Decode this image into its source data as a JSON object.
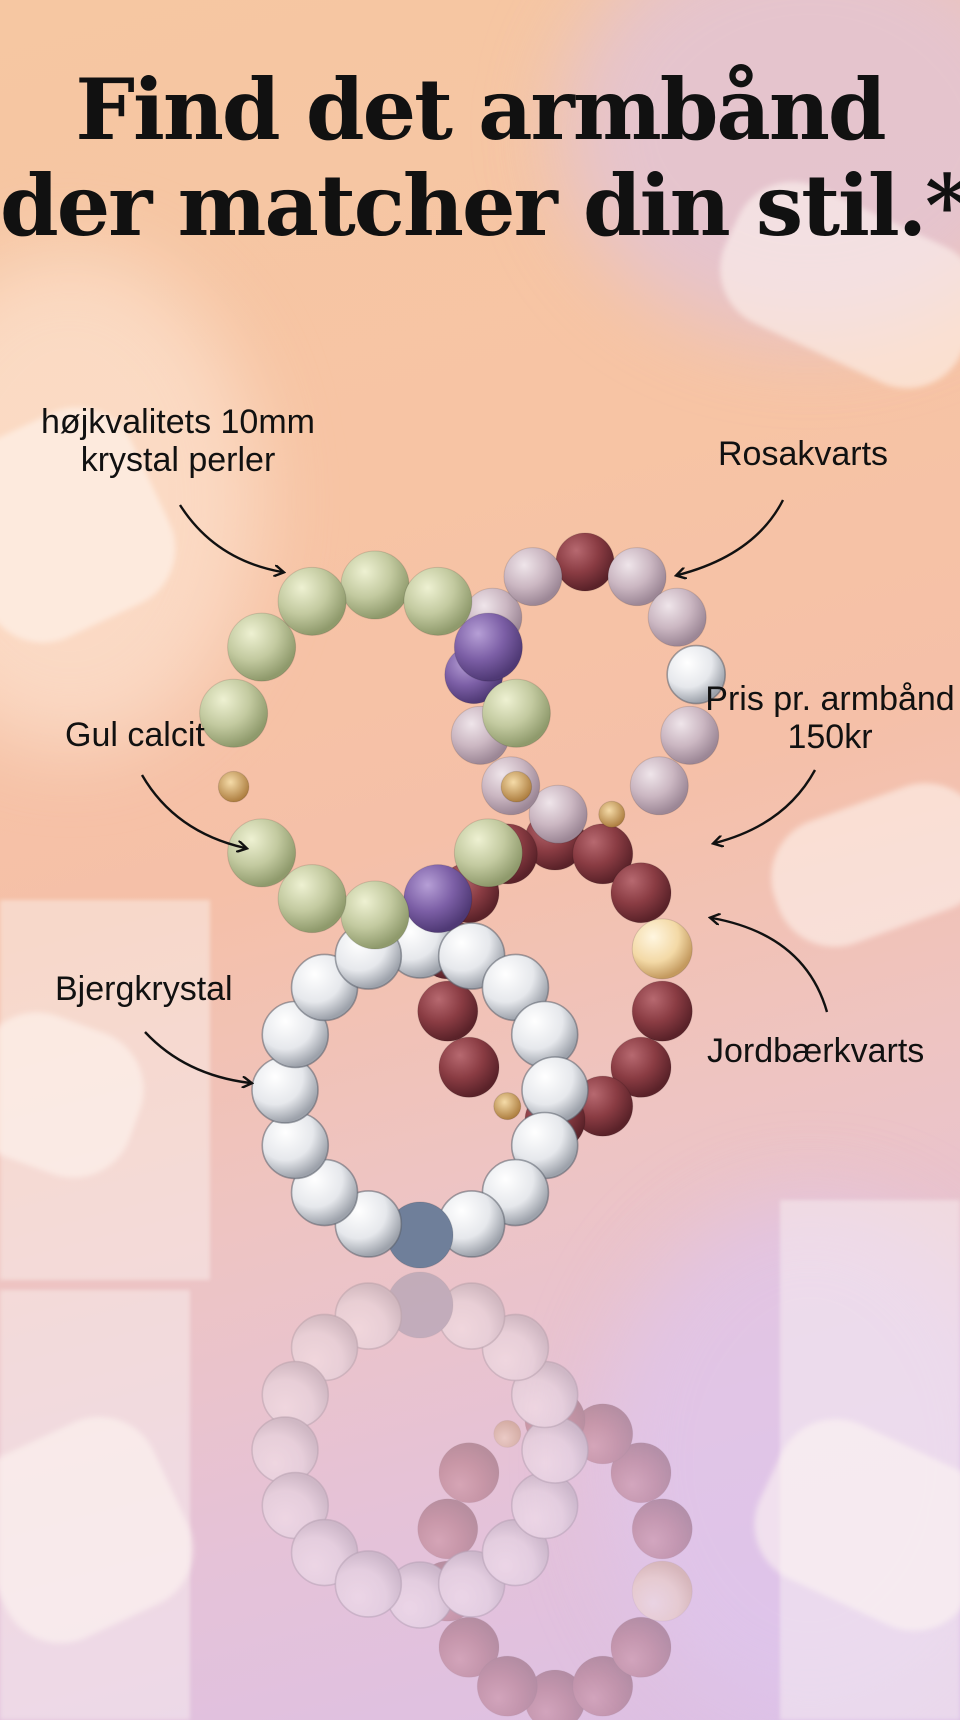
{
  "headline": {
    "line1": "Find det armbånd",
    "line2": "der matcher din stil.*"
  },
  "labels": {
    "quality_line1": "højkvalitets 10mm",
    "quality_line2": "krystal perler",
    "rosakvarts": "Rosakvarts",
    "price_line1": "Pris pr. armbånd",
    "price_line2": "150kr",
    "gul_calcit": "Gul calcit",
    "bjergkrystal": "Bjergkrystal",
    "jordbaerkvarts": "Jordbærkvarts"
  },
  "colors": {
    "calcite_bead": "#c9cfa4",
    "amethyst_bead": "#7f63a6",
    "rose_quartz_bead": "#cdb9c3",
    "strawberry_bead": "#8a3a40",
    "clear_quartz_bead": "#eef0f2",
    "spacer_gold": "#c99a5b"
  },
  "icons": [
    "arrow-quality-icon",
    "arrow-rosakvarts-icon",
    "arrow-gul-calcit-icon",
    "arrow-price-icon",
    "arrow-bjergkrystal-icon",
    "arrow-jordbaerkvarts-icon"
  ]
}
